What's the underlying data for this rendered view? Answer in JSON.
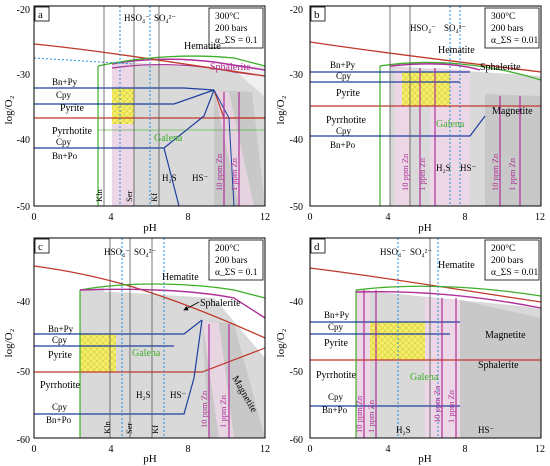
{
  "panels": [
    {
      "id": "a",
      "letter": "a",
      "cond": [
        "300°C",
        "200 bars",
        "α_ΣS = 0.1"
      ],
      "ylabel": "log/O₂",
      "xlabel": "pH",
      "xticks": [
        "0",
        "4",
        "8",
        "12"
      ],
      "yticks": [
        "-20",
        "-30",
        "-40",
        "-50"
      ],
      "xlim": [
        0,
        12
      ],
      "ylim": [
        -50,
        -20
      ],
      "labels": {
        "hso4": "HSO₄⁻",
        "so4": "SO₄²⁻",
        "hematite": "Hematite",
        "sphalerite": "Sphalerite",
        "bnpy": "Bn+Py",
        "cpy1": "Cpy",
        "pyrite": "Pyrite",
        "galena": "Galena",
        "pyrrhotite": "Pyrrhotite",
        "cpy2": "Cpy",
        "bnpo": "Bn+Po",
        "h2s": "H₂S",
        "hs": "HS⁻",
        "kln": "Kln",
        "ser": "Ser",
        "kf": "Kf",
        "zn10": "10 ppm Zn",
        "zn1": "1 ppm Zn"
      }
    },
    {
      "id": "b",
      "letter": "b",
      "cond": [
        "300°C",
        "200 bars",
        "α_ΣS = 0.01"
      ],
      "ylabel": "log/O₂",
      "xlabel": "pH",
      "xticks": [
        "0",
        "4",
        "8",
        "12"
      ],
      "yticks": [
        "-20",
        "-30",
        "-40",
        "-50"
      ],
      "xlim": [
        0,
        12
      ],
      "ylim": [
        -50,
        -20
      ],
      "labels": {
        "hso4": "HSO₄⁻",
        "so4": "SO₄²⁻",
        "hematite": "Hematite",
        "sphalerite": "Sphalerite",
        "bnpy": "Bn+Py",
        "cpy1": "Cpy",
        "pyrite": "Pyrite",
        "galena": "Galena",
        "pyrrhotite": "Pyrrhotite",
        "cpy2": "Cpy",
        "bnpo": "Bn+Po",
        "magnetite": "Magnetite",
        "h2s": "H₂S",
        "hs": "HS⁻",
        "zn10a": "10 ppm Zn",
        "zn1a": "1 ppm Zn",
        "zn10b": "10 ppm Zn",
        "zn1b": "1 ppm Zn"
      }
    },
    {
      "id": "c",
      "letter": "c",
      "cond": [
        "200°C",
        "200 bars",
        "α_ΣS = 0.1"
      ],
      "ylabel": "log/O₂",
      "xlabel": "pH",
      "xticks": [
        "0",
        "4",
        "8",
        "12"
      ],
      "yticks": [
        "-40",
        "-50",
        "-60"
      ],
      "xlim": [
        0,
        12
      ],
      "ylim": [
        -60,
        -30
      ],
      "labels": {
        "hso4": "HSO₄⁻",
        "so4": "SO₄²⁻",
        "hematite": "Hematite",
        "sphalerite": "Sphalerite",
        "bnpy": "Bn+Py",
        "cpy1": "Cpy",
        "pyrite": "Pyrite",
        "galena": "Galena",
        "pyrrhotite": "Pyrrhotite",
        "cpy2": "Cpy",
        "bnpo": "Bn+Po",
        "magnetite": "Magnetite",
        "h2s": "H₂S",
        "hs": "HS⁻",
        "kln": "Kln",
        "ser": "Ser",
        "kf": "Kf",
        "zn10": "10 ppm Zn",
        "zn1": "1 ppm Zn"
      }
    },
    {
      "id": "d",
      "letter": "d",
      "cond": [
        "200°C",
        "200 bars",
        "α_ΣS = 0.01"
      ],
      "ylabel": "log/O₂",
      "xlabel": "pH",
      "xticks": [
        "0",
        "4",
        "8",
        "12"
      ],
      "yticks": [
        "-40",
        "-50",
        "-60"
      ],
      "xlim": [
        0,
        12
      ],
      "ylim": [
        -60,
        -30
      ],
      "labels": {
        "hso4": "HSO₄⁻",
        "so4": "SO₄²⁻",
        "hematite": "Hematite",
        "bnpy": "Bn+Py",
        "cpy1": "Cpy",
        "pyrite": "Pyrite",
        "galena": "Galena",
        "pyrrhotite": "Pyrrhotite",
        "cpy2": "Cpy",
        "bnpo": "Bn+Po",
        "magnetite": "Magnetite",
        "sphalerite": "Sphalerite",
        "h2s": "H₂S",
        "hs": "HS⁻",
        "zn10a": "10 ppm Zn",
        "zn1a": "1 ppm Zn",
        "zn10b": "10 ppm Zn",
        "zn1b": "1 ppm Zn"
      }
    }
  ],
  "colors": {
    "axis": "#000000",
    "pyriteLine": "#c0392b",
    "copperLine": "#1f3f9e",
    "galenaLine": "#3fae2a",
    "sphaleriteLine": "#b0309a",
    "sulfurLine": "#2e8fd6",
    "field": "#d9d9d9",
    "fieldDark": "#c8c8c8",
    "pinkField": "#ecd7e6",
    "hatch": "#f4ef6a",
    "galenaText": "#3fae2a",
    "sphaleriteText": "#b0309a"
  }
}
